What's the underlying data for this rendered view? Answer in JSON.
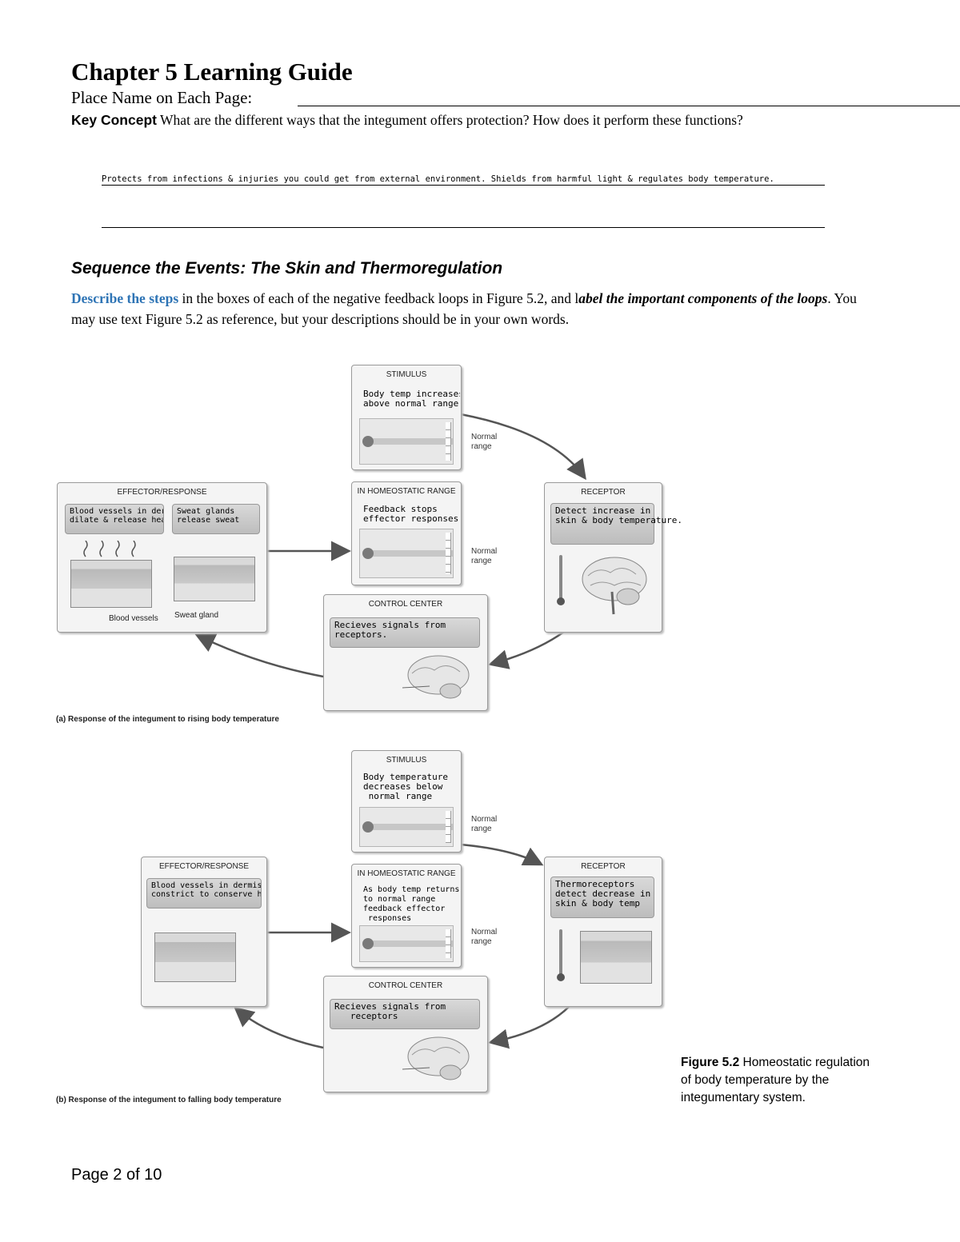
{
  "header": {
    "title": "Chapter 5 Learning Guide",
    "place_name_label": "Place Name on Each Page:"
  },
  "key_concept": {
    "label": "Key Concept",
    "question": "What are the different ways that the integument offers protection? How does it perform these functions?",
    "answer": "Protects from infections & injuries you could get from external environment. Shields from harmful light & regulates body temperature."
  },
  "section": {
    "title": "Sequence the Events: The Skin and Thermoregulation",
    "instr_blue": "Describe the steps",
    "instr_mid": " in the boxes of each of the negative feedback loops in Figure 5.2, and l",
    "instr_bold_italic": "abel the important components of the loops",
    "instr_end": ". You may use text Figure 5.2 as reference, but your descriptions should be in your own words."
  },
  "figure": {
    "normal_range": "Normal\nrange",
    "loop_a": {
      "caption": "(a) Response of the integument to rising body temperature",
      "stimulus": {
        "head": "STIMULUS",
        "note": "Body temp increases\nabove normal range."
      },
      "homeostatic": {
        "head": "IN HOMEOSTATIC RANGE",
        "note": "Feedback stops\neffector responses"
      },
      "receptor": {
        "head": "RECEPTOR",
        "note": "Detect increase in\nskin & body temperature."
      },
      "control": {
        "head": "CONTROL CENTER",
        "note": "Recieves signals from\nreceptors."
      },
      "effector": {
        "head": "EFFECTOR/RESPONSE",
        "note_left": "Blood vessels in dermis\ndilate & release heat",
        "note_right": "Sweat glands\nrelease sweat",
        "label_vessels": "Blood vessels",
        "label_gland": "Sweat gland"
      }
    },
    "loop_b": {
      "caption": "(b) Response of the integument to falling body temperature",
      "stimulus": {
        "head": "STIMULUS",
        "note": "Body temperature\ndecreases below\n normal range"
      },
      "homeostatic": {
        "head": "IN HOMEOSTATIC RANGE",
        "note": "As body temp returns\nto normal range\nfeedback effector\n responses"
      },
      "receptor": {
        "head": "RECEPTOR",
        "note": "Thermoreceptors\ndetect decrease in\nskin & body temp"
      },
      "control": {
        "head": "CONTROL CENTER",
        "note": "Recieves signals from\n   receptors"
      },
      "effector": {
        "head": "EFFECTOR/RESPONSE",
        "note": "Blood vessels in dermis\nconstrict to conserve heat"
      }
    },
    "caption_label": "Figure 5.2",
    "caption_text": "  Homeostatic regulation of body temperature by the integumentary system."
  },
  "footer": {
    "page": "Page 2 of 10"
  },
  "colors": {
    "accent_blue": "#2e74b5",
    "panel_bg": "#f4f4f4",
    "arrow": "#555555"
  }
}
